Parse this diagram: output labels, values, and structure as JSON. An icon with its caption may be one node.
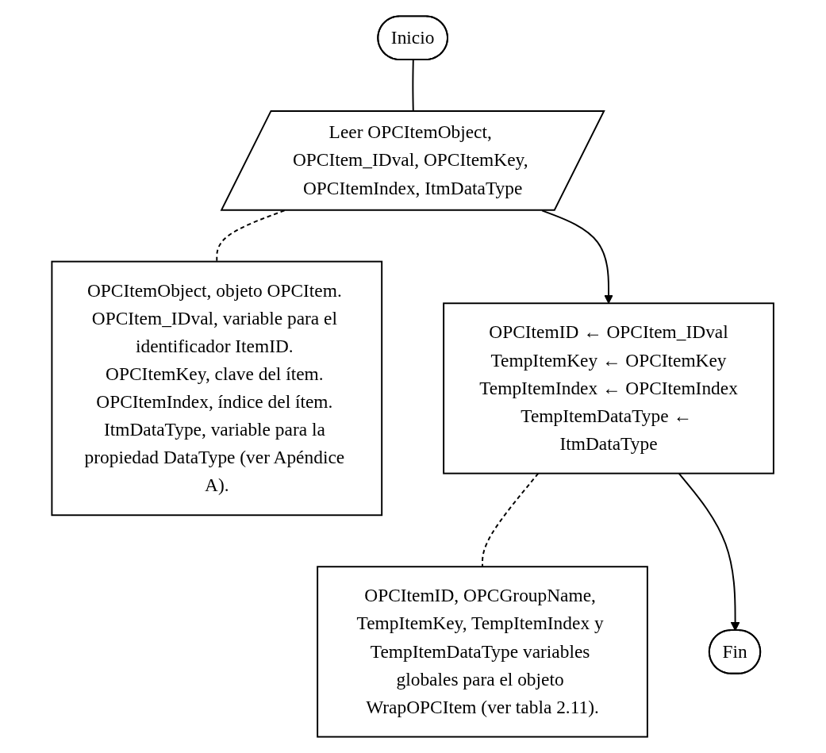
{
  "diagram": {
    "nodes": [
      {
        "text": [
          "Inicio"
        ]
      },
      {
        "text": [
          "Leer OPCItemObject, OPCItem_IDval, OPCItemKey, OPCItemIndex, ItmDataType"
        ]
      },
      {
        "text": [
          "OPCItemObject, objeto OPCItem. OPCItem_IDval, variable para el identificador ItemID. OPCItemKey, clave del ítem. OPCItemIndex, índice del ítem. ItmDataType, variable para la propiedad DataType (ver Apéndice A)."
        ]
      },
      {
        "text": [
          "OPCItemID ← OPCItem_IDval",
          "TempItemKey ← OPCItemKey",
          "TempItemIndex ← OPCItemIndex",
          "TempItemDataType ← ItmDataType"
        ]
      },
      {
        "text": [
          "OPCItemID, OPCGroupName, TempItemKey, TempItemIndex y TempItemDataType variables globales para el objeto WrapOPCItem (ver tabla 2.11)."
        ]
      },
      {
        "text": [
          "Fin"
        ]
      }
    ],
    "edges": [
      {
        "from": 0,
        "to": 1,
        "arrow": "none"
      },
      {
        "from": 1,
        "to": 2,
        "arrow": "none",
        "style": "dashed"
      },
      {
        "from": 1,
        "to": 3,
        "arrow": "to"
      },
      {
        "from": 3,
        "to": 4,
        "arrow": "none",
        "style": "dashed"
      },
      {
        "from": 3,
        "to": 5,
        "arrow": "to"
      }
    ]
  }
}
